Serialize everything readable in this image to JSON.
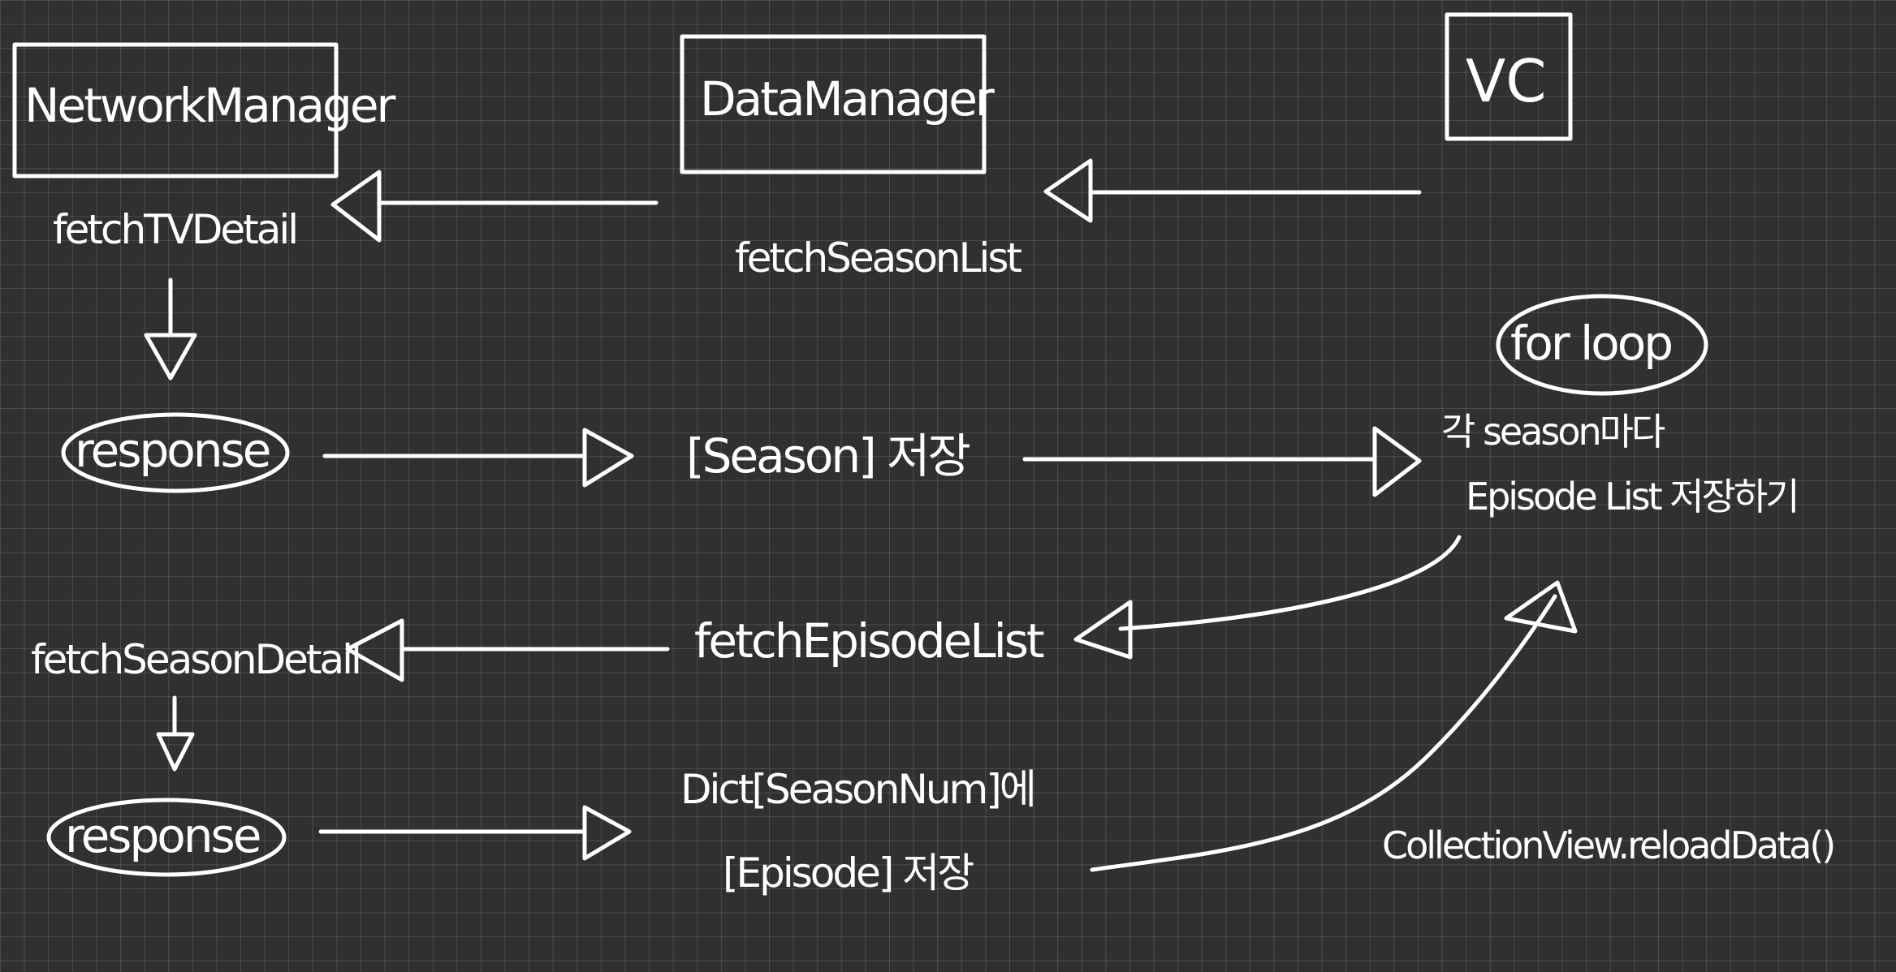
{
  "colors": {
    "background": "#303030",
    "grid": "#4a4a4a",
    "ink": "#ffffff"
  },
  "nodes": {
    "network_manager": "NetworkManager",
    "data_manager": "DataManager",
    "vc": "VC",
    "for_loop": "for loop",
    "response_top": "response",
    "response_bottom": "response"
  },
  "labels": {
    "fetch_tv_detail": "fetchTVDetail",
    "fetch_season_list": "fetchSeasonList",
    "season_store": "[Season] 저장",
    "each_season_line1": "각 season마다",
    "each_season_line2": "Episode List 저장하기",
    "fetch_season_detail": "fetchSeasonDetail",
    "fetch_episode_list": "fetchEpisodeList",
    "dict_line1": "Dict[SeasonNum]에",
    "dict_line2": "[Episode] 저장",
    "reload": "CollectionView.reloadData()"
  }
}
